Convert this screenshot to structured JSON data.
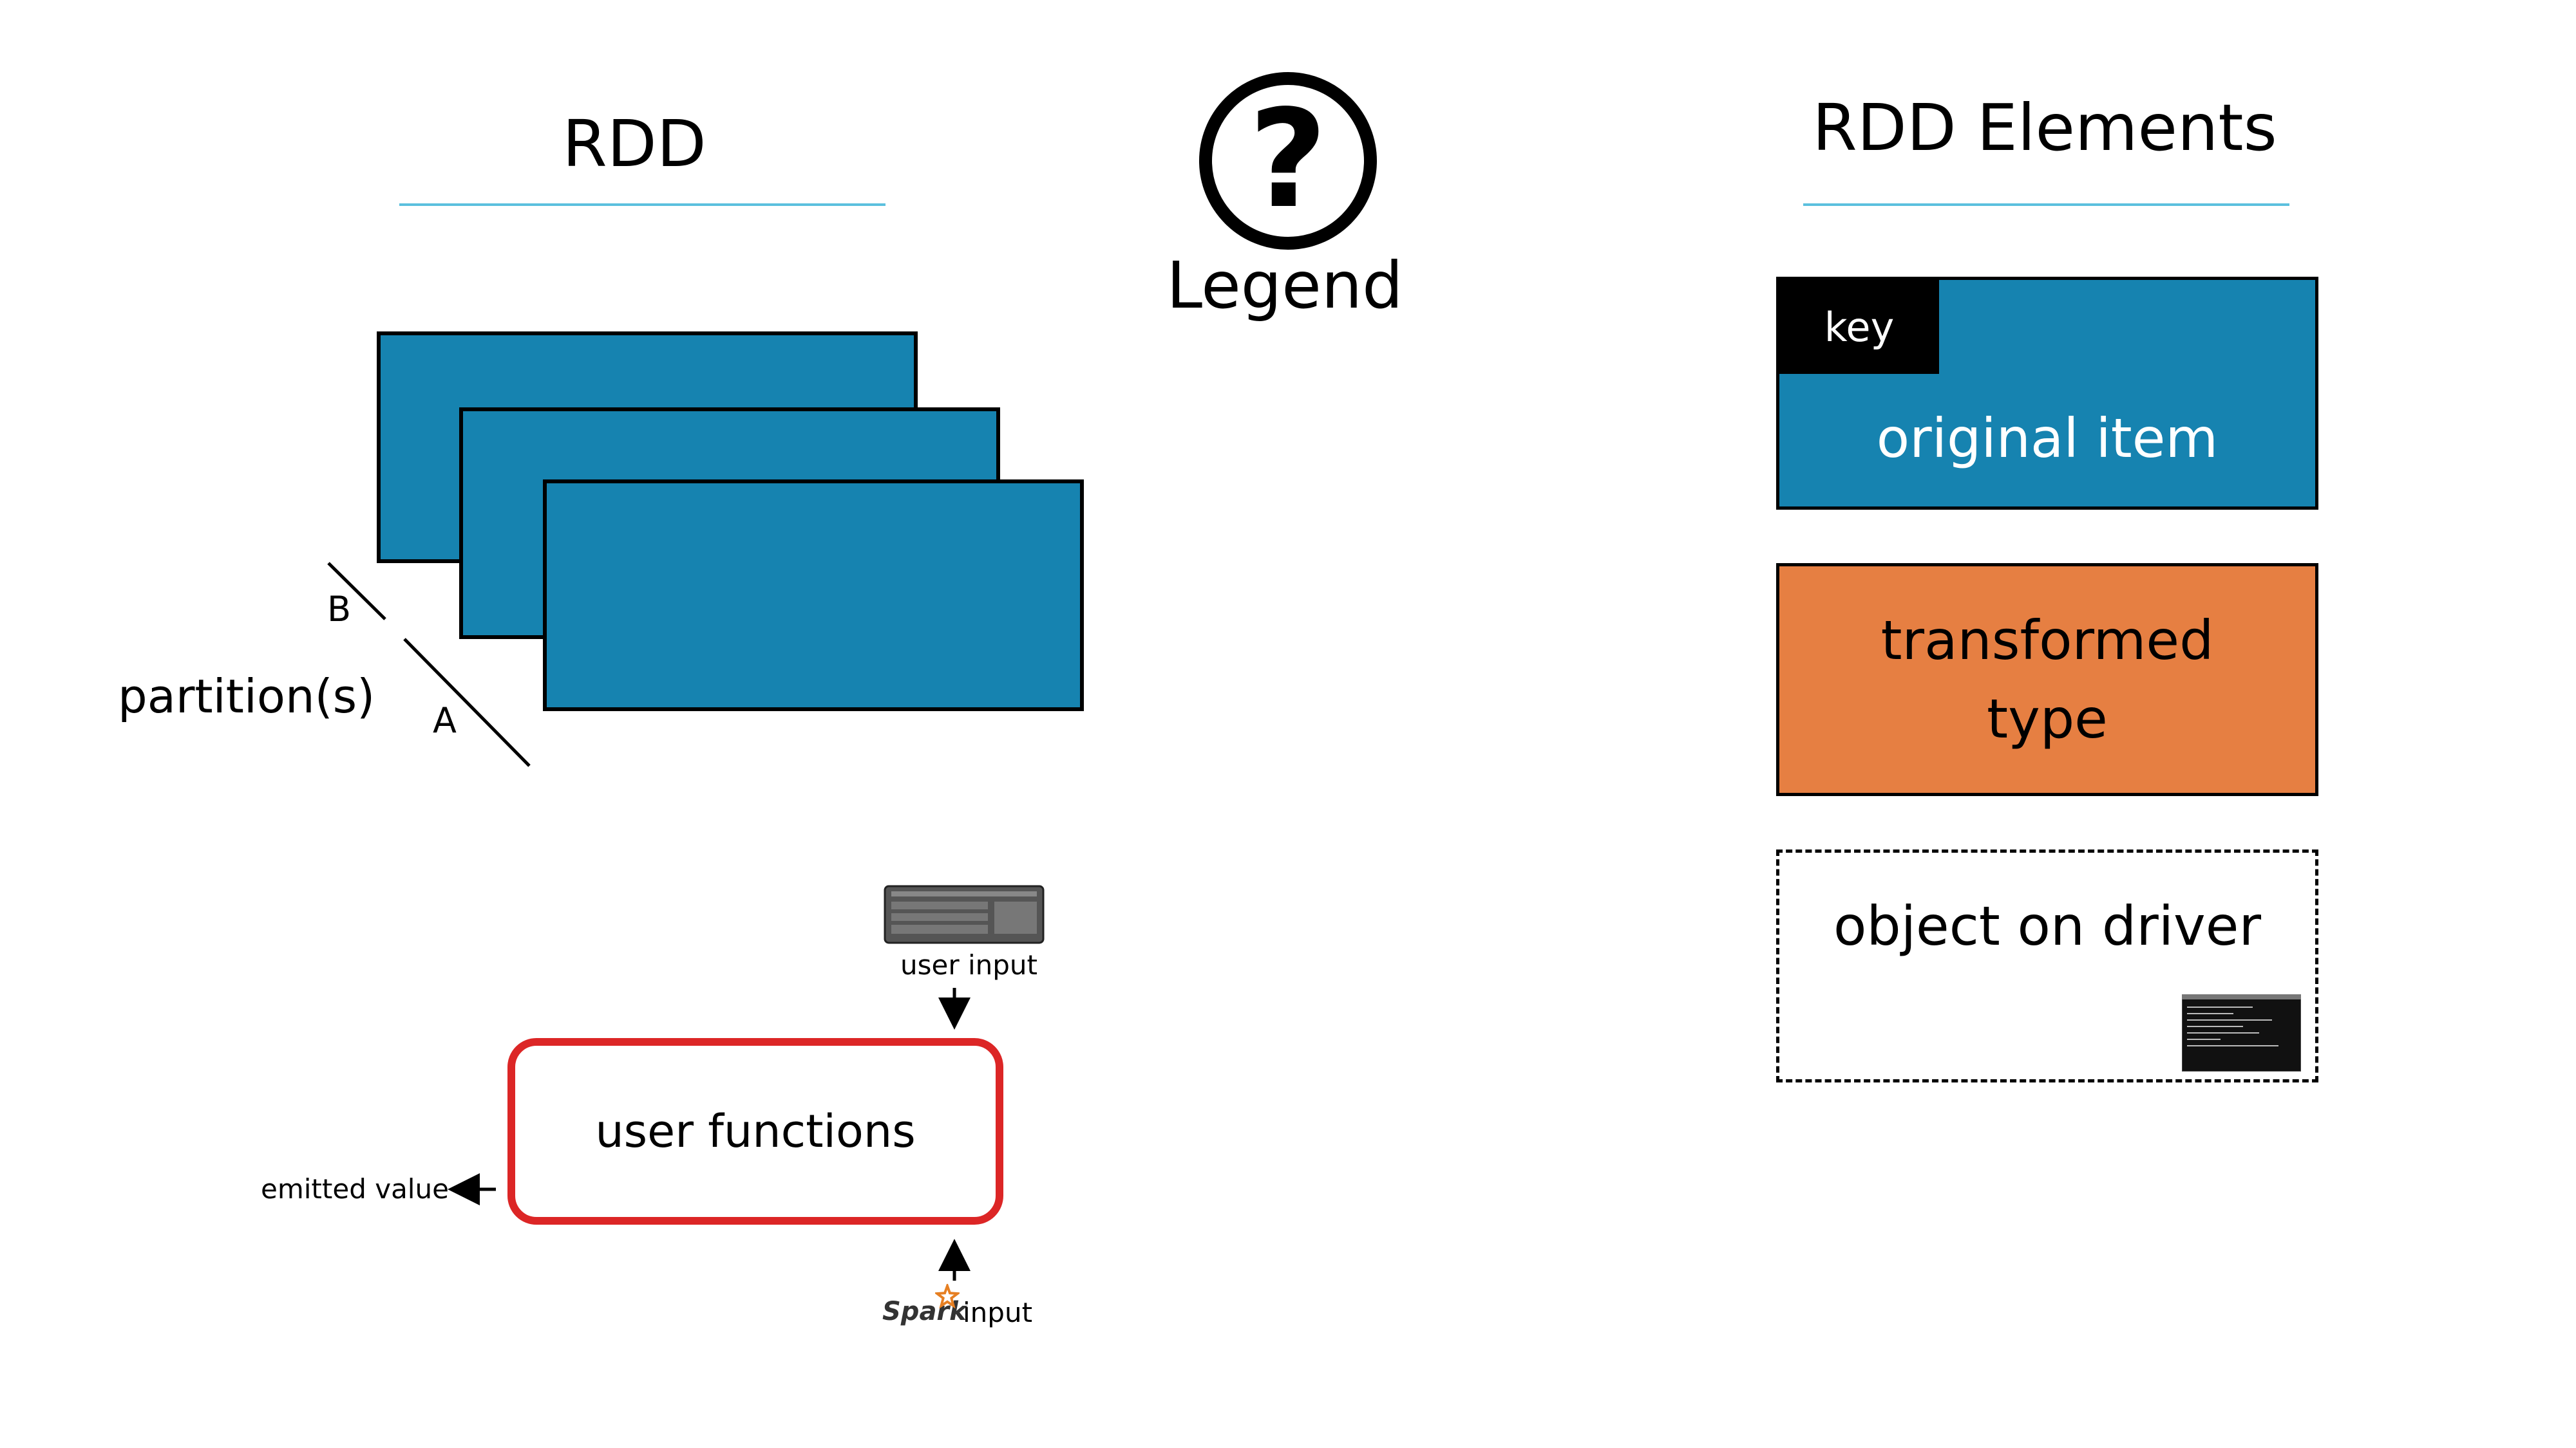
{
  "rdd": {
    "title": "RDD",
    "partition_label": "partition(s)",
    "partition_b": "B",
    "partition_a": "A"
  },
  "legend": {
    "label": "Legend",
    "icon": "question-circle-icon"
  },
  "functions": {
    "box_label": "user functions",
    "user_input": "user input",
    "emitted_value": "emitted value",
    "spark_logo": "Spark",
    "spark_input": "input"
  },
  "elements": {
    "title": "RDD Elements",
    "key_label": "key",
    "original_item": "original item",
    "transformed_line1": "transformed",
    "transformed_line2": "type",
    "object_on_driver": "object on driver"
  },
  "colors": {
    "rdd_blue": "#1683b0",
    "transformed_orange": "#e67f42",
    "function_red": "#dc2626",
    "rule_blue": "#5bc0de"
  }
}
